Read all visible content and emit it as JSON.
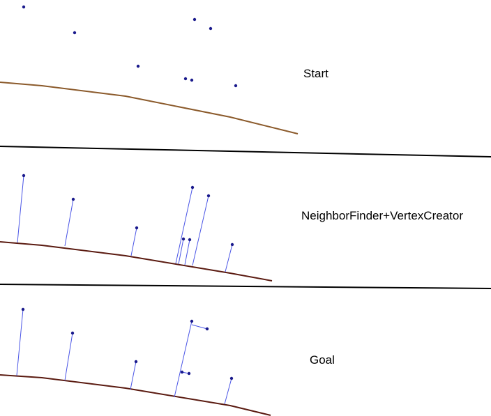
{
  "colors": {
    "background": "#ffffff",
    "start_line": "#8b5a2b",
    "result_line": "#5a1a10",
    "point": "#1a1a8c",
    "connector": "#4a55e6",
    "separator": "#000000"
  },
  "panels": {
    "start": {
      "label": "Start"
    },
    "neighbor": {
      "label": "NeighborFinder+VertexCreator"
    },
    "goal": {
      "label": "Goal"
    }
  }
}
